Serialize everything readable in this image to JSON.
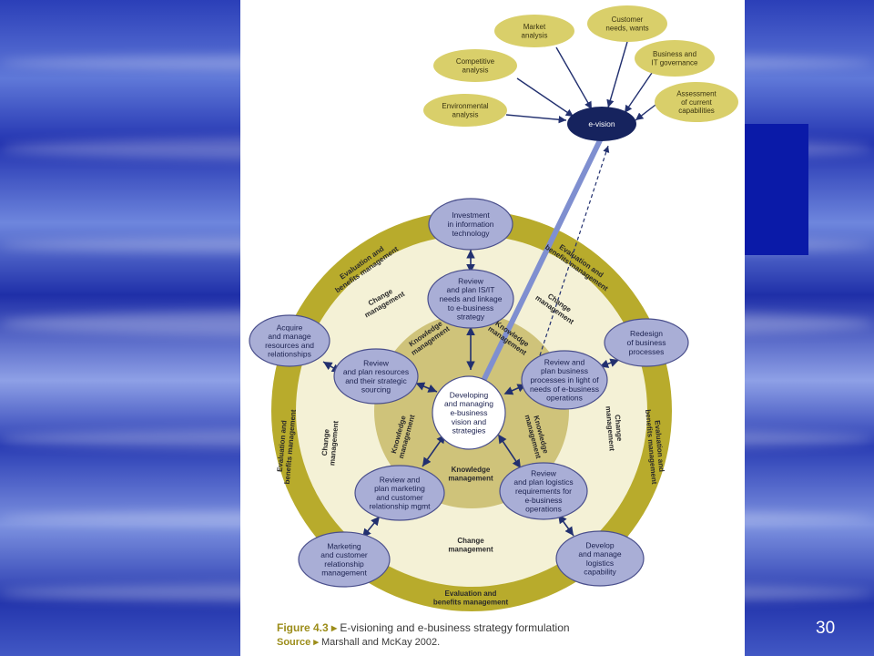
{
  "page_number": "30",
  "figure": {
    "caption_label": "Figure 4.3",
    "caption_text": "E-visioning and e-business strategy formulation",
    "source_label": "Source",
    "source_text": "Marshall and McKay 2002."
  },
  "inputs": [
    {
      "id": "market",
      "lines": [
        "Market",
        "analysis"
      ]
    },
    {
      "id": "customer",
      "lines": [
        "Customer",
        "needs, wants"
      ]
    },
    {
      "id": "competitive",
      "lines": [
        "Competitive",
        "analysis"
      ]
    },
    {
      "id": "governance",
      "lines": [
        "Business and",
        "IT governance"
      ]
    },
    {
      "id": "environmental",
      "lines": [
        "Environmental",
        "analysis"
      ]
    },
    {
      "id": "assessment",
      "lines": [
        "Assessment",
        "of current",
        "capabilities"
      ]
    }
  ],
  "evision": "e-vision",
  "center": [
    "Developing",
    "and managing",
    "e-business",
    "vision and",
    "strategies"
  ],
  "inner_nodes": [
    {
      "id": "review-isit",
      "lines": [
        "Review",
        "and plan IS/IT",
        "needs and linkage",
        "to e-business",
        "strategy"
      ]
    },
    {
      "id": "review-resources",
      "lines": [
        "Review",
        "and plan resources",
        "and their strategic",
        "sourcing"
      ]
    },
    {
      "id": "review-processes",
      "lines": [
        "Review and",
        "plan business",
        "processes in light of",
        "needs of e-business",
        "operations"
      ]
    },
    {
      "id": "review-marketing",
      "lines": [
        "Review and",
        "plan marketing",
        "and customer",
        "relationship mgmt"
      ]
    },
    {
      "id": "review-logistics",
      "lines": [
        "Review",
        "and plan logistics",
        "requirements for",
        "e-business",
        "operations"
      ]
    }
  ],
  "outer_nodes": [
    {
      "id": "investment",
      "lines": [
        "Investment",
        "in information",
        "technology"
      ]
    },
    {
      "id": "acquire",
      "lines": [
        "Acquire",
        "and manage",
        "resources and",
        "relationships"
      ]
    },
    {
      "id": "redesign",
      "lines": [
        "Redesign",
        "of business",
        "processes"
      ]
    },
    {
      "id": "marketing",
      "lines": [
        "Marketing",
        "and customer",
        "relationship",
        "management"
      ]
    },
    {
      "id": "logistics",
      "lines": [
        "Develop",
        "and manage",
        "logistics",
        "capability"
      ]
    }
  ],
  "ring_labels": {
    "knowledge": [
      "Knowledge",
      "management"
    ],
    "change": [
      "Change",
      "management"
    ],
    "evaluation": [
      "Evaluation and",
      "benefits management"
    ]
  },
  "colors": {
    "outer_ring": "#b8ab2c",
    "change_ring": "#f4f1d6",
    "knowledge_ring": "#cfc37a",
    "node_fill": "#a9aed6",
    "node_stroke": "#4a4f8c",
    "input_fill": "#d9cf6a",
    "evision_fill": "#16235e",
    "arrow": "#22306f",
    "thick_line": "#7f8fd0"
  }
}
